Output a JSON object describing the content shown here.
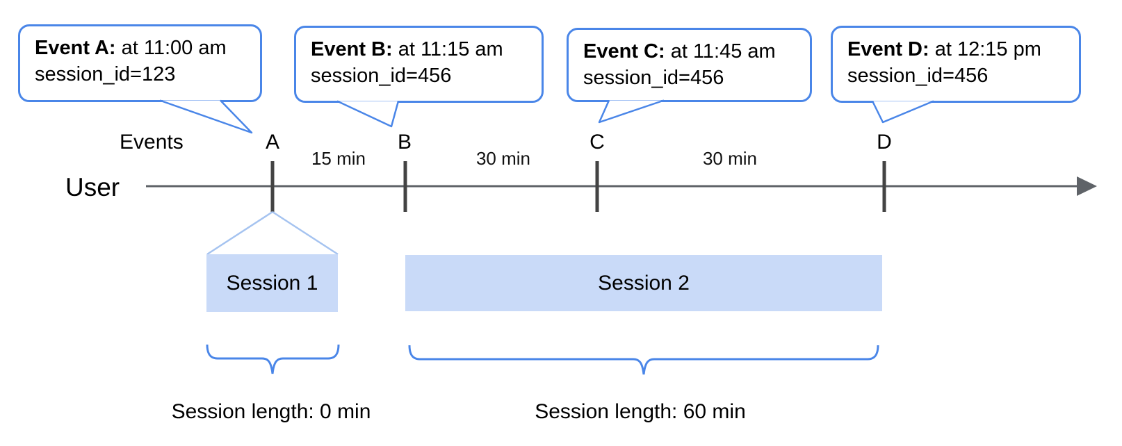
{
  "callouts": [
    {
      "event": "Event A:",
      "detail": "at 11:00 am",
      "session": "session_id=123"
    },
    {
      "event": "Event B:",
      "detail": "at 11:15 am",
      "session": "session_id=456"
    },
    {
      "event": "Event C:",
      "detail": "at 11:45 am",
      "session": "session_id=456"
    },
    {
      "event": "Event D:",
      "detail": "at 12:15 pm",
      "session": "session_id=456"
    }
  ],
  "axis": {
    "events_label": "Events",
    "user_label": "User",
    "tick_labels": [
      "A",
      "B",
      "C",
      "D"
    ],
    "interval_labels": [
      "15 min",
      "30 min",
      "30 min"
    ]
  },
  "sessions": [
    {
      "label": "Session 1",
      "length_label": "Session length: 0 min"
    },
    {
      "label": "Session 2",
      "length_label": "Session length: 60 min"
    }
  ],
  "colors": {
    "accent_blue": "#4a86e8",
    "session_fill": "#c9daf8",
    "fan_line": "#a5c3f0",
    "axis_gray": "#5f6368",
    "tick_gray": "#434343"
  }
}
